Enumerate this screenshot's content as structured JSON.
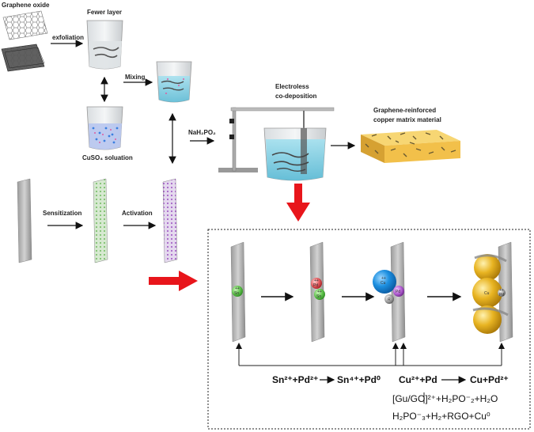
{
  "labels": {
    "graphene_oxide": "Graphene oxide",
    "exfoliation": "exfoliation",
    "fewer_layer": "Fewer layer",
    "mixing": "Mixing",
    "cuso4": "CuSO₄  soluation",
    "nah2po2": "NaH₂PO₂",
    "electroless_1": "Electroless",
    "electroless_2": "co-deposition",
    "product_1": "Graphene-reinforced",
    "product_2": "copper matrix material",
    "sensitization": "Sensitization",
    "activation": "Activation"
  },
  "particles": {
    "sn": "Sn",
    "pd": "Pd",
    "cu": "Cu",
    "r": "R",
    "charge": "++"
  },
  "equations": {
    "eq1": "Sn²⁺+Pd²⁺",
    "eq1_right": "Sn⁴⁺+Pd⁰",
    "eq2": "Cu²⁺+Pd",
    "eq2_right": "Cu+Pd²⁺",
    "eq3": "[Gu/GO]²⁺+H₂PO⁻₂+H₂O",
    "eq4": "H₂PO⁻₃+H₂+RGO+Cu⁰"
  },
  "colors": {
    "arrow_red": "#e8151b",
    "water_blue": "#7ecfe6",
    "cu_blue": "#1c8fe0",
    "cu_gold": "#e8b422",
    "sn_green": "#5ec24a",
    "pd_purple": "#b05cd0",
    "pd_red": "#e0565a",
    "slab_yellow": "#f2c04a",
    "panel_gray": "#b8b8b8"
  }
}
